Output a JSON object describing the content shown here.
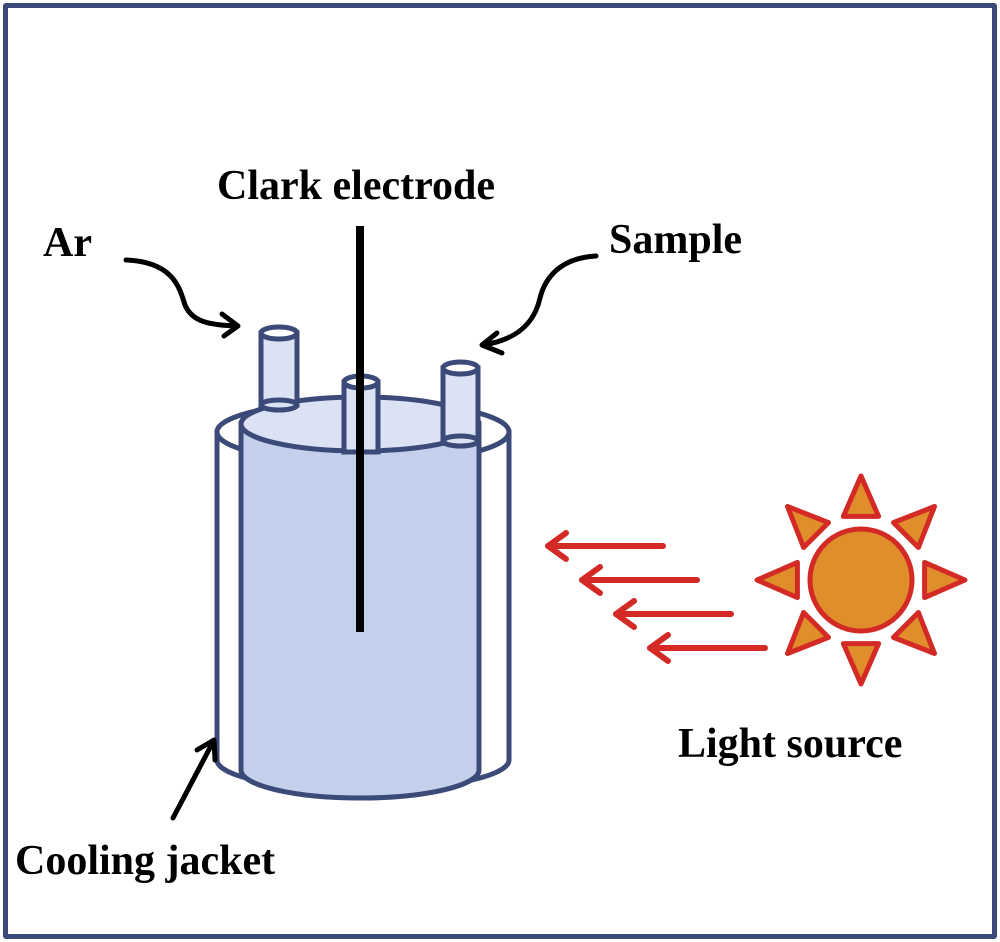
{
  "diagram": {
    "title": "Photocatalytic O2 evolution setup with Clark electrode",
    "labels": {
      "electrode": "Clark electrode",
      "gas_inlet": "Ar",
      "sample_inlet": "Sample",
      "light": "Light source",
      "jacket": "Cooling jacket"
    },
    "colors": {
      "frame": "#3b4a78",
      "vessel_stroke": "#3b4a78",
      "vessel_fill": "#c5d0ec",
      "vessel_top_fill": "#dbe2f3",
      "electrode": "#000000",
      "light_arrows": "#d42a26",
      "sun_fill": "#e08e2b",
      "sun_stroke": "#d42a26",
      "text": "#000000"
    },
    "icons": {
      "light_source": "sun-icon",
      "light_rays": "left-arrow-icon",
      "annotation_pointer": "curved-arrow-icon"
    },
    "light_ray_count": 4,
    "sun_ray_count": 8
  }
}
